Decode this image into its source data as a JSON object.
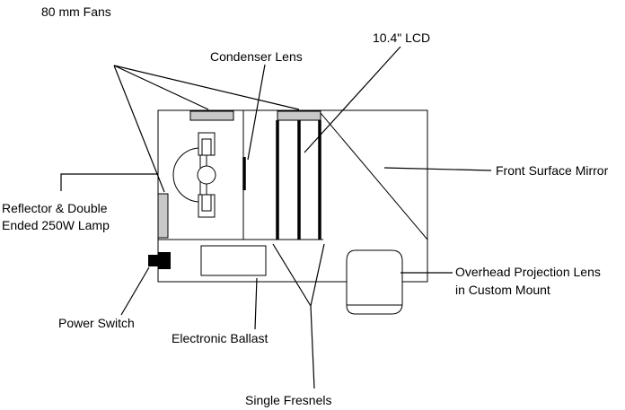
{
  "diagram": {
    "labels": {
      "fans": "80 mm Fans",
      "condenser": "Condenser Lens",
      "lcd": "10.4\" LCD",
      "mirror": "Front Surface Mirror",
      "reflector_line1": "Reflector & Double",
      "reflector_line2": "Ended 250W Lamp",
      "overhead_line1": "Overhead Projection Lens",
      "overhead_line2": "in Custom Mount",
      "power_switch": "Power Switch",
      "ballast": "Electronic Ballast",
      "fresnels": "Single Fresnels"
    },
    "colors": {
      "stroke": "#000000",
      "fan_fill": "#c8c8c8",
      "background": "#ffffff"
    }
  }
}
